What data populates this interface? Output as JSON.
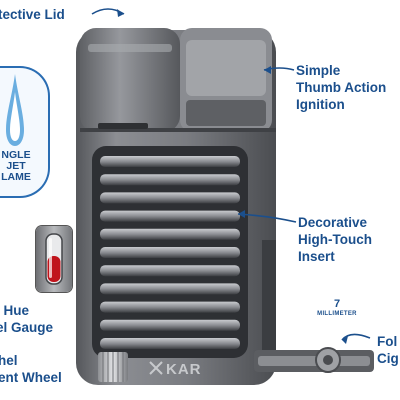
{
  "callouts": {
    "protective_lid": "tective Lid",
    "ignition": [
      "Simple",
      "Thumb Action",
      "Ignition"
    ],
    "insert": [
      "Decorative",
      "High-Touch",
      "Insert"
    ],
    "gauge": [
      "l Hue",
      "el Gauge"
    ],
    "wheel": [
      "hel",
      "ent Wheel"
    ],
    "cigar": [
      "Fol",
      "Cig"
    ]
  },
  "flame_badge": [
    "NGLE",
    "JET",
    "LAME"
  ],
  "millimeter": {
    "number": "7",
    "unit": "MILLIMETER"
  },
  "brand": "KAR",
  "colors": {
    "callout_text": "#1b4f8c",
    "lighter_body": "#7d7f84",
    "lighter_dark": "#3f4145",
    "gauge_fuel": "#c0141c"
  },
  "icons": [
    "flame-icon",
    "callout-arrow-icon"
  ]
}
